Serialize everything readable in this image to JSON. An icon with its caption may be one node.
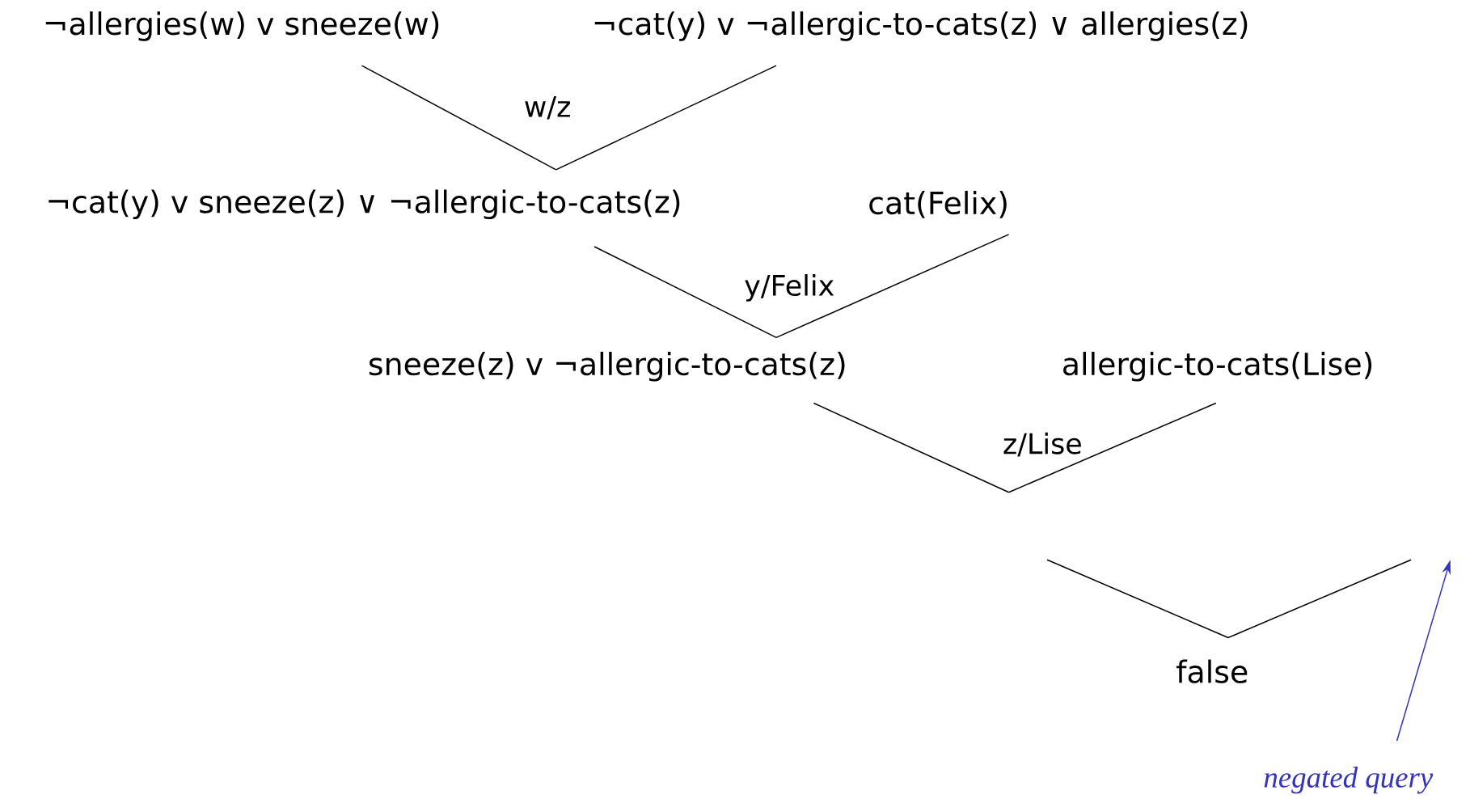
{
  "diagram": {
    "nodes": [
      {
        "text": [
          "¬allergies(w) v sneeze(w)"
        ]
      },
      {
        "text": [
          "¬cat(y) v ¬allergic-to-cats(z) ∨ allergies(z)"
        ]
      },
      {
        "text": [
          "¬cat(y) v sneeze(z) ∨ ¬allergic-to-cats(z)"
        ]
      },
      {
        "text": [
          "cat(Felix)"
        ]
      },
      {
        "text": [
          "sneeze(z) v ¬allergic-to-cats(z)"
        ]
      },
      {
        "text": [
          "allergic-to-cats(Lise)"
        ]
      },
      {
        "text": [
          "false"
        ]
      },
      {
        "text": [
          "negated query"
        ]
      }
    ],
    "edges": [
      {
        "from": 0,
        "to": 2,
        "arrow": "none"
      },
      {
        "from": 1,
        "to": 2,
        "arrow": "none"
      },
      {
        "from": 2,
        "to": 4,
        "arrow": "none"
      },
      {
        "from": 3,
        "to": 4,
        "arrow": "none"
      },
      {
        "from": 4,
        "to": null,
        "arrow": "none"
      },
      {
        "from": 5,
        "to": null,
        "arrow": "none"
      },
      {
        "from": null,
        "to": 6,
        "arrow": "none"
      },
      {
        "from": null,
        "to": 6,
        "arrow": "none"
      },
      {
        "from": 7,
        "to": null,
        "arrow": "to",
        "color": "#3333bb"
      }
    ],
    "labels": [
      "w/z",
      "y/Felix",
      "z/Lise"
    ]
  }
}
